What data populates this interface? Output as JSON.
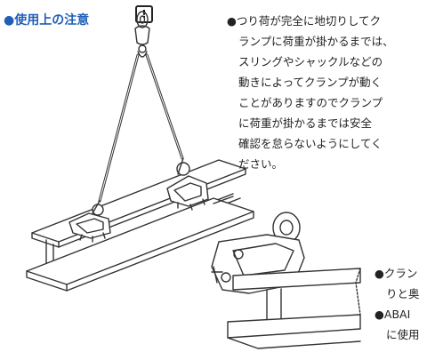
{
  "header": {
    "title": "●使用上の注意"
  },
  "warning_badge": {
    "symbol": "!"
  },
  "caution": {
    "lines": [
      "●つり荷が完全に地切りしてク",
      "ランプに荷重が掛かるまでは、",
      "スリングやシャックルなどの",
      "動きによってクランプが動く",
      "ことがありますのでクランプ",
      "に荷重が掛かるまでは安全",
      "確認を怠らないようにしてく",
      "ださい。"
    ]
  },
  "bottom_notes": {
    "lines": [
      "●クラン",
      "りと奥",
      "●ABAI",
      "に使用"
    ]
  },
  "colors": {
    "title": "#1f5fb8",
    "text": "#222222",
    "line_art": "#333333"
  }
}
